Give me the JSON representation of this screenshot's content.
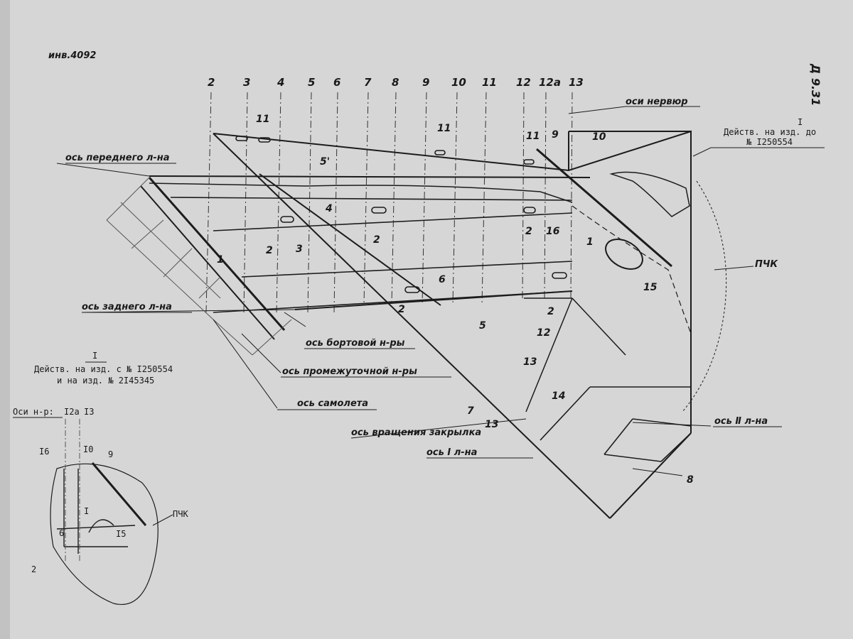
{
  "header": {
    "inventory_note": "инв.4092",
    "page_number": "Д 9.31"
  },
  "rib_numbers": [
    "2",
    "3",
    "4",
    "5",
    "6",
    "7",
    "8",
    "9",
    "10",
    "11",
    "12",
    "12а",
    "13"
  ],
  "axis_labels": {
    "ribs_axes": "оси нервюр",
    "front_spar": "ось переднего л-на",
    "rear_spar": "ось заднего л-на",
    "side_rib": "ось бортовой н-ры",
    "intermediate_rib": "ось промежуточной н-ры",
    "aircraft": "ось самолета",
    "flap_rotation": "ось вращения закрылка",
    "spar_1": "ось I л-на",
    "spar_2": "ось Ⅱ л-на",
    "pchk": "ПЧК"
  },
  "note_top_right": {
    "roman": "I",
    "line1": "Действ. на изд. до",
    "line2": "№ I250554"
  },
  "note_left": {
    "roman": "I",
    "line1": "Действ. на изд. с № I250554",
    "line2": "и на изд. № 2I45345"
  },
  "callouts": [
    "1",
    "2",
    "3",
    "4",
    "5",
    "5'",
    "6",
    "7",
    "8",
    "9",
    "10",
    "11",
    "12",
    "13",
    "14",
    "15",
    "16"
  ],
  "inset": {
    "ribs_prefix": "Оси н-р:",
    "rib_12a": "I2а",
    "rib_13": "I3",
    "label_16": "I6",
    "label_10": "I0",
    "label_9": "9",
    "label_1": "I",
    "label_15": "I5",
    "label_6": "6",
    "label_2": "2",
    "pchk": "ПЧК"
  }
}
